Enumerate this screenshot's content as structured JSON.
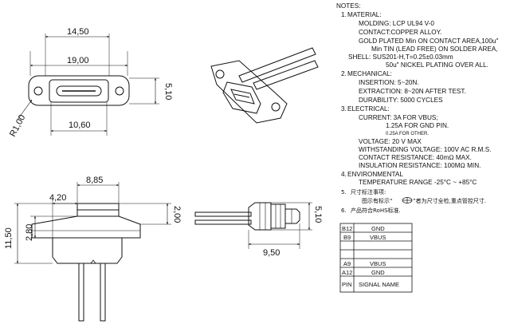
{
  "front_view": {
    "dims": {
      "overall_width": "14,50",
      "mid_width": "19,00",
      "height": "5,10",
      "port_width": "10,60",
      "radius": "R1,00"
    }
  },
  "side_view": {
    "dims": {
      "top_width": "8,85",
      "left_offset": "4,20",
      "total_height": "11,50",
      "flange_height": "2,80",
      "top_thickness": "2,00"
    }
  },
  "bottom_view": {
    "dims": {
      "length": "9,50",
      "height": "5,10"
    }
  },
  "notes": {
    "heading": "NOTES:",
    "sections": [
      {
        "num": "1.",
        "title": "MATERIAL:"
      },
      {
        "num": "2.",
        "title": "MECHANICAL:"
      },
      {
        "num": "3.",
        "title": "ELECTRICAL:"
      },
      {
        "num": "4.",
        "title": "ENVIRONMENTAL"
      }
    ],
    "material_lines": [
      "MOLDING: LCP UL94 V-0",
      "CONTACT:COPPER ALLOY.",
      "GOLD PLATED Min ON CONTACT AREA,100u\"",
      "Min TIN (LEAD FREE) ON SOLDER AREA,",
      "SHELL: SUS201-H,T=0.25±0.03mm",
      "50u\" NICKEL PLATING OVER ALL."
    ],
    "mechanical_lines": [
      "INSERTION: 5~20N.",
      "EXTRACTION: 8~20N AFTER TEST.",
      "DURABILITY: 5000 CYCLES"
    ],
    "electrical_lines": [
      "CURRENT: 3A FOR VBUS;",
      "1.25A FOR GND PIN.",
      "0.25A FOR OTHER.",
      "VOLTAGE: 20 V MAX",
      "WITHSTANDING VOLTAGE: 100V AC R.M.S.",
      "CONTACT RESISTANCE: 40mΩ MAX.",
      "INSULATION RESISTANCE: 100MΩ MIN."
    ],
    "environmental_lines": [
      "TEMPERATURE RANGE  -25°C  ~  +85°C"
    ],
    "note5_num": "5.",
    "note5_title": "尺寸标注事项:",
    "note5_detail_a": "图示有标示“",
    "note5_detail_b": "”者为尺寸全检,重点管控尺寸.",
    "note6_num": "6.",
    "note6_text": "产品符合RoHS标准."
  },
  "pin_table": {
    "rows": [
      {
        "pin": "B12",
        "signal": "GND"
      },
      {
        "pin": "B9",
        "signal": "VBUS"
      },
      {
        "pin": "",
        "signal": ""
      },
      {
        "pin": "",
        "signal": ""
      },
      {
        "pin": "A9",
        "signal": "VBUS"
      },
      {
        "pin": "A12",
        "signal": "GND"
      },
      {
        "pin": "PIN",
        "signal": "SIGNAL NAME"
      }
    ]
  }
}
